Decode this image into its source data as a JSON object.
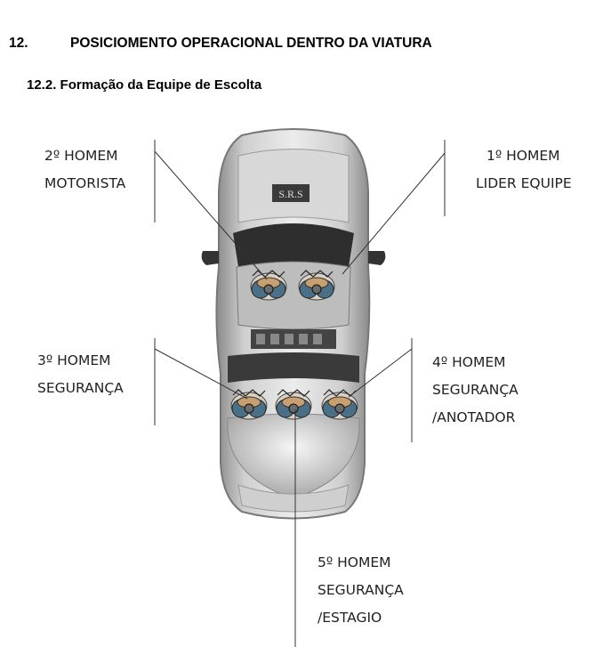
{
  "section": {
    "number": "12.",
    "title": "POSICIOMENTO OPERACIONAL DENTRO DA VIATURA"
  },
  "subsection": {
    "title": "12.2. Formação da Equipe de Escolta"
  },
  "car": {
    "roof_sign": "S.R.S"
  },
  "positions": {
    "p1": {
      "line1": "1º HOMEM",
      "line2": "LIDER EQUIPE"
    },
    "p2": {
      "line1": "2º HOMEM",
      "line2": "MOTORISTA"
    },
    "p3": {
      "line1": "3º HOMEM",
      "line2": "SEGURANÇA"
    },
    "p4": {
      "line1": "4º HOMEM",
      "line2": "SEGURANÇA",
      "line3": "/ANOTADOR"
    },
    "p5": {
      "line1": "5º HOMEM",
      "line2": "SEGURANÇA",
      "line3": "/ESTAGIO"
    }
  }
}
